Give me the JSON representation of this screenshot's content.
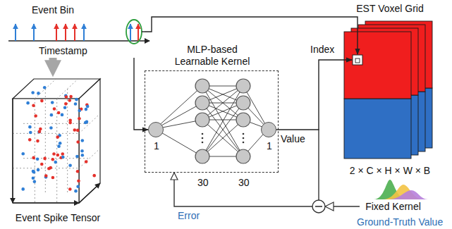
{
  "diagram": {
    "nodes": [
      {
        "text": [
          "Event Bin"
        ]
      },
      {
        "text": [
          "Event Spike Tensor"
        ]
      },
      {
        "text": [
          "MLP-based Learnable Kernel"
        ]
      },
      {
        "text": [
          "1"
        ],
        "in": 2
      },
      {
        "text": [
          "1"
        ],
        "in": 2
      },
      {
        "text": [
          "EST Voxel Grid",
          "2 × C × H × W × B"
        ]
      },
      {
        "text": [
          "Fixed Kernel"
        ]
      }
    ],
    "edges": [
      {
        "from": 0,
        "to": 1,
        "arrow": "to"
      },
      {
        "from": 0,
        "to": 3,
        "label": "Timestamp",
        "arrow": "to"
      },
      {
        "from": 0,
        "to": 5,
        "label": "Index",
        "arrow": "to"
      },
      {
        "from": 4,
        "to": 5,
        "label": "Value",
        "arrow": "to"
      },
      {
        "from": 6,
        "to": 2,
        "label": "Error",
        "arrow": "to"
      }
    ],
    "labels": [
      "30",
      "30",
      "Ground-Truth Value"
    ]
  }
}
